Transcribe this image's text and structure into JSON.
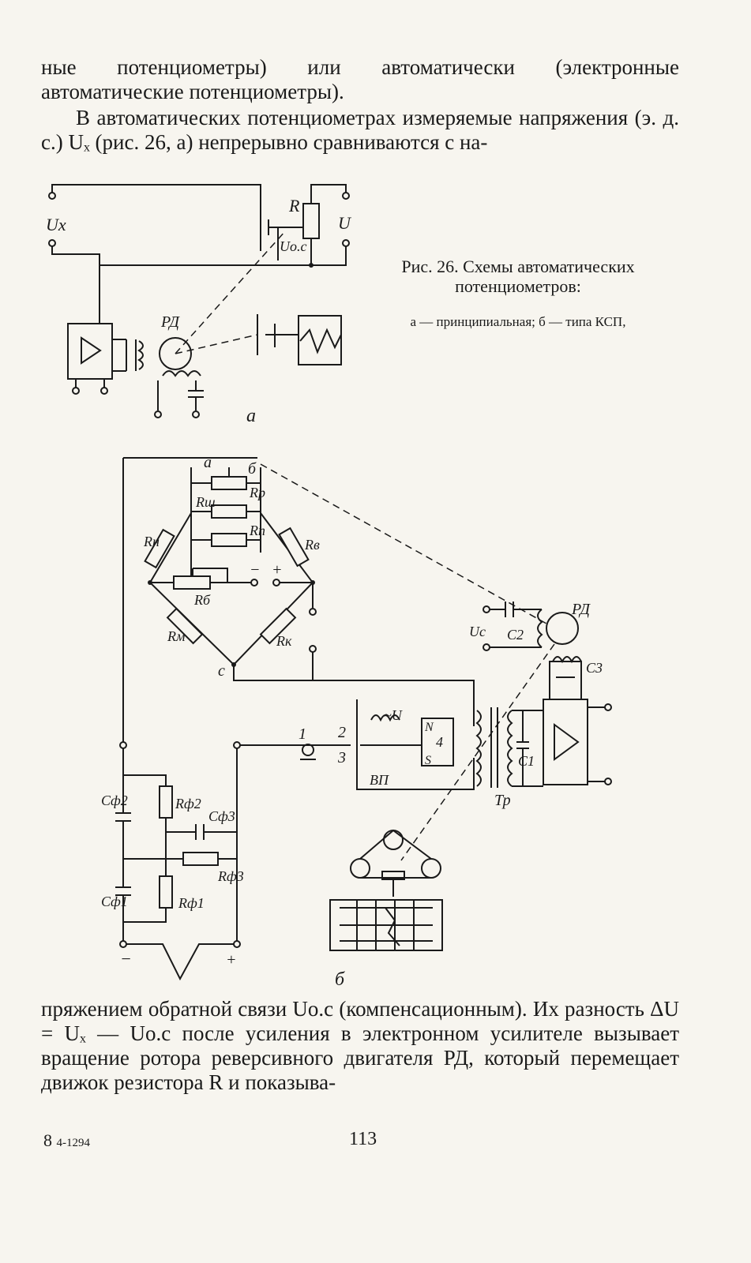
{
  "text": {
    "para1": "ные потенциометры) или автоматически (электронные автоматические потенциометры).",
    "para2": "В автоматических потенциометрах измеряемые напряжения (э. д. с.) Uₓ (рис. 26, а) непрерывно сравниваются с на-",
    "para3": "пряжением обратной связи Uо.с (компенсационным). Их разность ΔU = Uₓ — Uо.с после усиления в электронном усилителе вызывает вращение ротора реверсивного двигателя РД, который перемещает движок резистора R и показыва-"
  },
  "figure": {
    "caption_title": "Рис. 26. Схемы автоматических потенциометров:",
    "caption_sub": "а — принципиальная; б — типа КСП,",
    "diagram_a": {
      "label_ux": "Ux",
      "label_r": "R",
      "label_u": "U",
      "label_uoc": "Uo.c",
      "label_rd": "РД",
      "panel_label": "a"
    },
    "diagram_b": {
      "label_a": "a",
      "label_b": "б",
      "label_rp": "Rр",
      "label_rsh": "Rш",
      "label_rn_top": "Rп",
      "label_rn": "Rн",
      "label_rv": "Rв",
      "label_rb": "Rб",
      "label_minus": "−",
      "label_plus": "+",
      "label_rm": "Rм",
      "label_rk": "Rк",
      "label_c": "c",
      "label_uc": "Uc",
      "label_c2": "C2",
      "label_rd": "РД",
      "label_c3": "C3",
      "label_1": "1",
      "label_2": "2",
      "label_3": "3",
      "label_4": "4",
      "label_tilde_u": "~U",
      "label_n": "N",
      "label_s": "S",
      "label_vp": "ВП",
      "label_c1": "C1",
      "label_tr": "Тр",
      "label_cf2": "Cф2",
      "label_rf2": "Rф2",
      "label_cf3": "Cф3",
      "label_rf3": "Rф3",
      "label_cf1": "Cф1",
      "label_rf1": "Rф1",
      "label_tc_minus": "−",
      "label_tc_plus": "+",
      "panel_label": "б"
    }
  },
  "footer": {
    "sig": "8",
    "code": "4-1294",
    "page_number": "113"
  }
}
